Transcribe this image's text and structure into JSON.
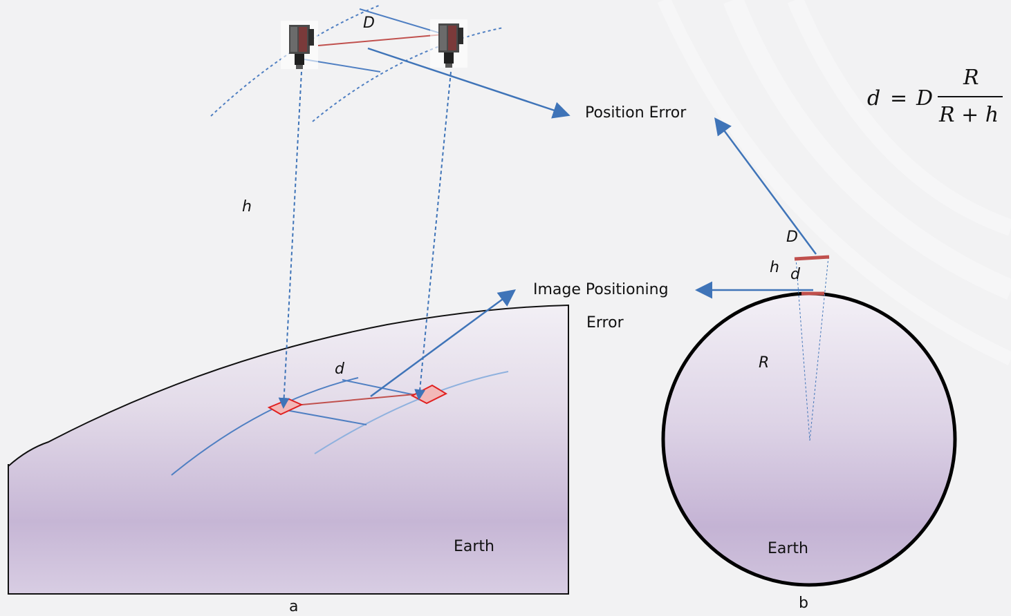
{
  "labels": {
    "position_error": "Position Error",
    "image_positioning_line1": "Image Positioning",
    "image_positioning_line2": "Error",
    "earth_a": "Earth",
    "earth_b": "Earth",
    "caption_a": "a",
    "caption_b": "b"
  },
  "variables": {
    "D_a": "D",
    "h_a": "h",
    "d_a": "d",
    "D_b": "D",
    "h_b": "h",
    "d_b": "d",
    "R_b": "R"
  },
  "formula": {
    "lhs": "d",
    "equals": "=",
    "factor": "D",
    "numerator": "R",
    "denominator": "R + h"
  },
  "colors": {
    "orbit": "#4f7fc2",
    "arrow": "#3f74b8",
    "error_red": "#c0504d",
    "footprint_red": "#e02020",
    "earth_top": "#ece8f0",
    "earth_bottom": "#c5b5d5"
  },
  "icons": {
    "satellite": "satellite-icon"
  }
}
